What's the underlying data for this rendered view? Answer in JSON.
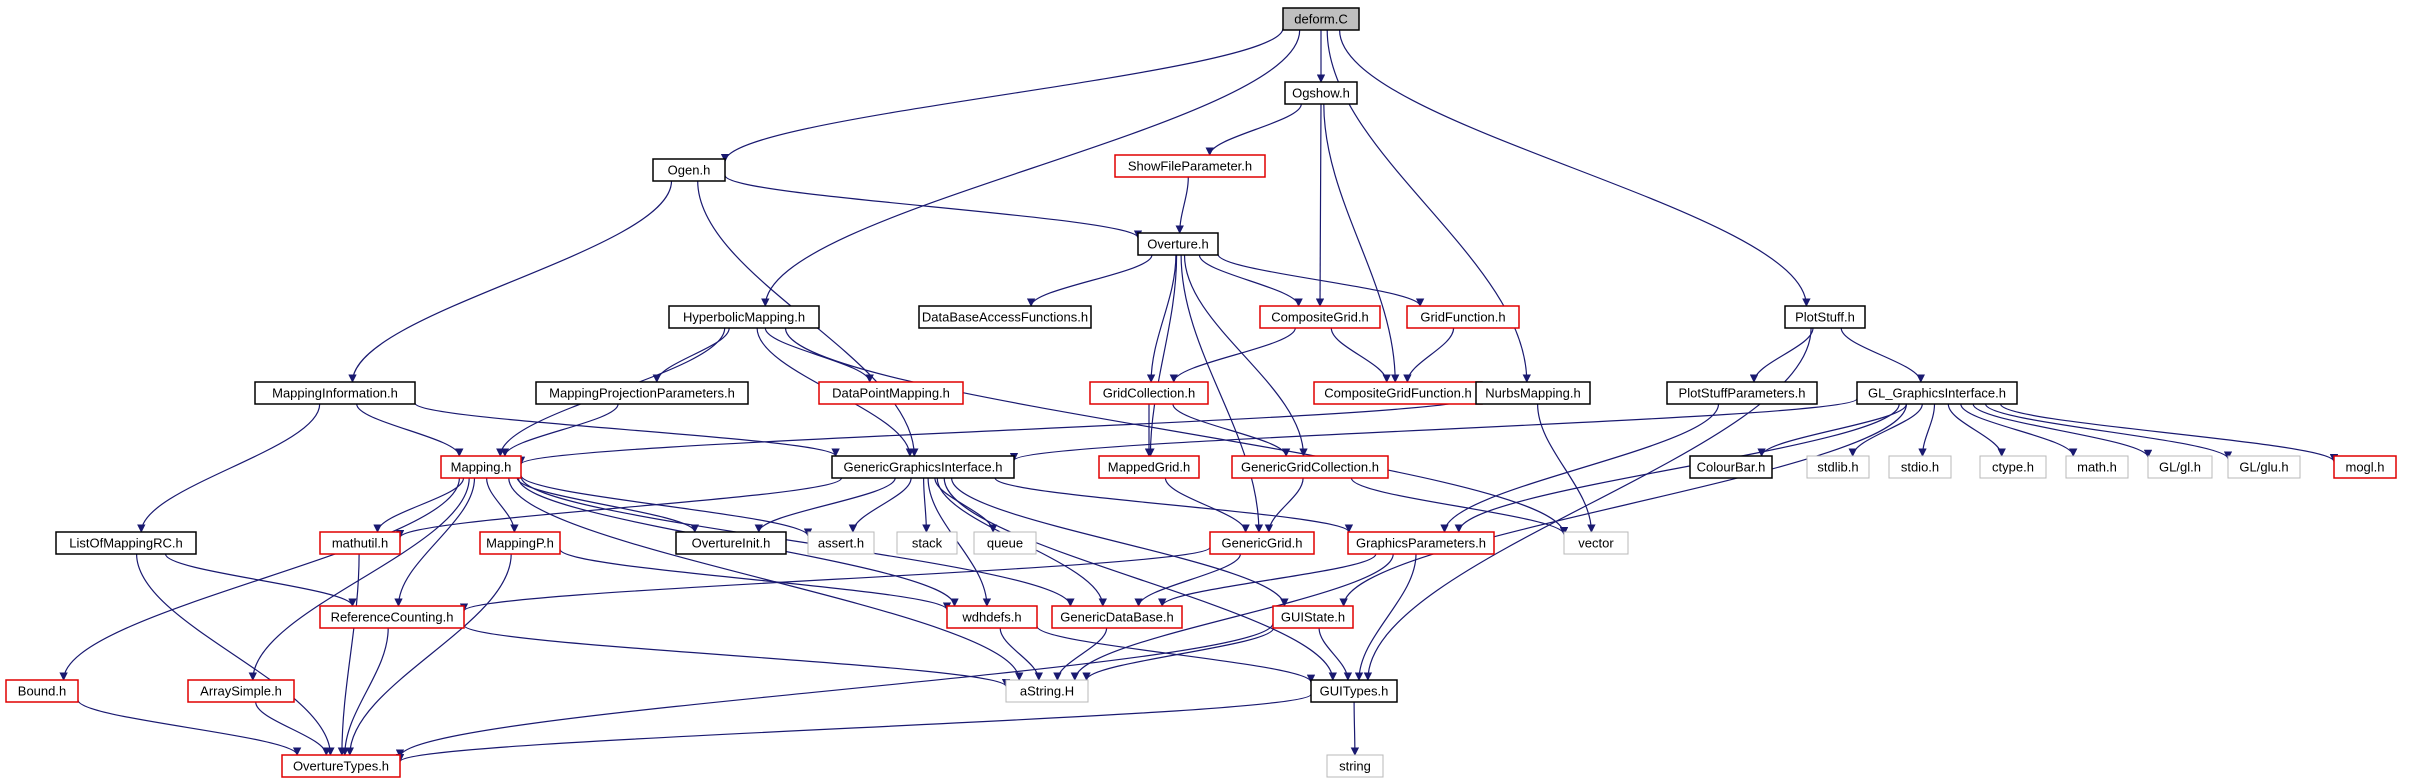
{
  "colors": {
    "edge": "#191970",
    "red_border": "#e00000",
    "black_border": "#000000",
    "gray_border": "#b8b8b8",
    "root_fill": "#bfbfbf"
  },
  "nodes": [
    {
      "id": "deform",
      "label": "deform.C",
      "style": "root"
    },
    {
      "id": "ogshow",
      "label": "Ogshow.h",
      "style": "black"
    },
    {
      "id": "ogen",
      "label": "Ogen.h",
      "style": "black"
    },
    {
      "id": "showfile",
      "label": "ShowFileParameter.h",
      "style": "red"
    },
    {
      "id": "overture",
      "label": "Overture.h",
      "style": "black"
    },
    {
      "id": "hyperbolic",
      "label": "HyperbolicMapping.h",
      "style": "black"
    },
    {
      "id": "dbaccess",
      "label": "DataBaseAccessFunctions.h",
      "style": "black"
    },
    {
      "id": "compositegrid",
      "label": "CompositeGrid.h",
      "style": "red"
    },
    {
      "id": "gridfunction",
      "label": "GridFunction.h",
      "style": "red"
    },
    {
      "id": "plotstuff",
      "label": "PlotStuff.h",
      "style": "black"
    },
    {
      "id": "mappinginfo",
      "label": "MappingInformation.h",
      "style": "black"
    },
    {
      "id": "mappingproj",
      "label": "MappingProjectionParameters.h",
      "style": "black"
    },
    {
      "id": "datapoint",
      "label": "DataPointMapping.h",
      "style": "red"
    },
    {
      "id": "gridcollection",
      "label": "GridCollection.h",
      "style": "red"
    },
    {
      "id": "cgfunction",
      "label": "CompositeGridFunction.h",
      "style": "red"
    },
    {
      "id": "nurbs",
      "label": "NurbsMapping.h",
      "style": "black"
    },
    {
      "id": "plotstuffparams",
      "label": "PlotStuffParameters.h",
      "style": "black"
    },
    {
      "id": "glgi",
      "label": "GL_GraphicsInterface.h",
      "style": "black"
    },
    {
      "id": "mapping",
      "label": "Mapping.h",
      "style": "red"
    },
    {
      "id": "ggi",
      "label": "GenericGraphicsInterface.h",
      "style": "black"
    },
    {
      "id": "mappedgrid",
      "label": "MappedGrid.h",
      "style": "red"
    },
    {
      "id": "ggc",
      "label": "GenericGridCollection.h",
      "style": "red"
    },
    {
      "id": "colourbar",
      "label": "ColourBar.h",
      "style": "black"
    },
    {
      "id": "stdlib",
      "label": "stdlib.h",
      "style": "gray"
    },
    {
      "id": "stdio",
      "label": "stdio.h",
      "style": "gray"
    },
    {
      "id": "ctype",
      "label": "ctype.h",
      "style": "gray"
    },
    {
      "id": "math",
      "label": "math.h",
      "style": "gray"
    },
    {
      "id": "glgl",
      "label": "GL/gl.h",
      "style": "gray"
    },
    {
      "id": "glglu",
      "label": "GL/glu.h",
      "style": "gray"
    },
    {
      "id": "mogl",
      "label": "mogl.h",
      "style": "red"
    },
    {
      "id": "listofmapping",
      "label": "ListOfMappingRC.h",
      "style": "black"
    },
    {
      "id": "mathutil",
      "label": "mathutil.h",
      "style": "red"
    },
    {
      "id": "mappingp",
      "label": "MappingP.h",
      "style": "red"
    },
    {
      "id": "overtureinit",
      "label": "OvertureInit.h",
      "style": "black"
    },
    {
      "id": "assert",
      "label": "assert.h",
      "style": "gray"
    },
    {
      "id": "stack",
      "label": "stack",
      "style": "gray"
    },
    {
      "id": "queue",
      "label": "queue",
      "style": "gray"
    },
    {
      "id": "genericgrid",
      "label": "GenericGrid.h",
      "style": "red"
    },
    {
      "id": "graphicsparams",
      "label": "GraphicsParameters.h",
      "style": "red"
    },
    {
      "id": "vector",
      "label": "vector",
      "style": "gray"
    },
    {
      "id": "refcounting",
      "label": "ReferenceCounting.h",
      "style": "red"
    },
    {
      "id": "wdhdefs",
      "label": "wdhdefs.h",
      "style": "red"
    },
    {
      "id": "gdb",
      "label": "GenericDataBase.h",
      "style": "red"
    },
    {
      "id": "guistate",
      "label": "GUIState.h",
      "style": "red"
    },
    {
      "id": "bound",
      "label": "Bound.h",
      "style": "red"
    },
    {
      "id": "arraysimple",
      "label": "ArraySimple.h",
      "style": "red"
    },
    {
      "id": "astring",
      "label": "aString.H",
      "style": "gray"
    },
    {
      "id": "guitypes",
      "label": "GUITypes.h",
      "style": "black"
    },
    {
      "id": "overturetypes",
      "label": "OvertureTypes.h",
      "style": "red"
    },
    {
      "id": "string",
      "label": "string",
      "style": "gray"
    }
  ],
  "edges": [
    [
      "deform",
      "ogshow"
    ],
    [
      "deform",
      "ogen"
    ],
    [
      "deform",
      "hyperbolic"
    ],
    [
      "deform",
      "nurbs"
    ],
    [
      "deform",
      "plotstuff"
    ],
    [
      "ogshow",
      "showfile"
    ],
    [
      "ogshow",
      "compositegrid"
    ],
    [
      "ogshow",
      "cgfunction"
    ],
    [
      "ogen",
      "overture"
    ],
    [
      "ogen",
      "mappinginfo"
    ],
    [
      "ogen",
      "ggi"
    ],
    [
      "showfile",
      "overture"
    ],
    [
      "overture",
      "dbaccess"
    ],
    [
      "overture",
      "compositegrid"
    ],
    [
      "overture",
      "gridfunction"
    ],
    [
      "overture",
      "gridcollection"
    ],
    [
      "overture",
      "mappedgrid"
    ],
    [
      "overture",
      "genericgrid"
    ],
    [
      "overture",
      "ggc"
    ],
    [
      "compositegrid",
      "gridcollection"
    ],
    [
      "compositegrid",
      "cgfunction"
    ],
    [
      "gridfunction",
      "cgfunction"
    ],
    [
      "hyperbolic",
      "mappingproj"
    ],
    [
      "hyperbolic",
      "datapoint"
    ],
    [
      "hyperbolic",
      "mapping"
    ],
    [
      "hyperbolic",
      "ggi"
    ],
    [
      "hyperbolic",
      "vector"
    ],
    [
      "plotstuff",
      "plotstuffparams"
    ],
    [
      "plotstuff",
      "glgi"
    ],
    [
      "plotstuff",
      "guitypes"
    ],
    [
      "mappinginfo",
      "mapping"
    ],
    [
      "mappinginfo",
      "ggi"
    ],
    [
      "mappinginfo",
      "listofmapping"
    ],
    [
      "mappingproj",
      "mapping"
    ],
    [
      "gridcollection",
      "mappedgrid"
    ],
    [
      "gridcollection",
      "ggc"
    ],
    [
      "nurbs",
      "mapping"
    ],
    [
      "nurbs",
      "vector"
    ],
    [
      "plotstuffparams",
      "graphicsparams"
    ],
    [
      "glgi",
      "ggi"
    ],
    [
      "glgi",
      "colourbar"
    ],
    [
      "glgi",
      "stdlib"
    ],
    [
      "glgi",
      "stdio"
    ],
    [
      "glgi",
      "ctype"
    ],
    [
      "glgi",
      "math"
    ],
    [
      "glgi",
      "glgl"
    ],
    [
      "glgi",
      "glglu"
    ],
    [
      "glgi",
      "mogl"
    ],
    [
      "glgi",
      "graphicsparams"
    ],
    [
      "glgi",
      "guistate"
    ],
    [
      "mapping",
      "bound"
    ],
    [
      "mapping",
      "arraysimple"
    ],
    [
      "mapping",
      "mathutil"
    ],
    [
      "mapping",
      "mappingp"
    ],
    [
      "mapping",
      "refcounting"
    ],
    [
      "mapping",
      "overtureinit"
    ],
    [
      "mapping",
      "assert"
    ],
    [
      "mapping",
      "wdhdefs"
    ],
    [
      "mapping",
      "gdb"
    ],
    [
      "mapping",
      "astring"
    ],
    [
      "ggi",
      "mathutil"
    ],
    [
      "ggi",
      "overtureinit"
    ],
    [
      "ggi",
      "assert"
    ],
    [
      "ggi",
      "stack"
    ],
    [
      "ggi",
      "queue"
    ],
    [
      "ggi",
      "graphicsparams"
    ],
    [
      "ggi",
      "wdhdefs"
    ],
    [
      "ggi",
      "gdb"
    ],
    [
      "ggi",
      "guistate"
    ],
    [
      "ggi",
      "guitypes"
    ],
    [
      "mappedgrid",
      "genericgrid"
    ],
    [
      "ggc",
      "genericgrid"
    ],
    [
      "ggc",
      "vector"
    ],
    [
      "listofmapping",
      "refcounting"
    ],
    [
      "listofmapping",
      "overturetypes"
    ],
    [
      "mathutil",
      "overturetypes"
    ],
    [
      "mappingp",
      "overturetypes"
    ],
    [
      "mappingp",
      "wdhdefs"
    ],
    [
      "genericgrid",
      "refcounting"
    ],
    [
      "genericgrid",
      "gdb"
    ],
    [
      "graphicsparams",
      "gdb"
    ],
    [
      "graphicsparams",
      "guitypes"
    ],
    [
      "graphicsparams",
      "astring"
    ],
    [
      "refcounting",
      "overturetypes"
    ],
    [
      "refcounting",
      "astring"
    ],
    [
      "wdhdefs",
      "astring"
    ],
    [
      "wdhdefs",
      "guitypes"
    ],
    [
      "gdb",
      "astring"
    ],
    [
      "guistate",
      "guitypes"
    ],
    [
      "guistate",
      "astring"
    ],
    [
      "guistate",
      "overturetypes"
    ],
    [
      "bound",
      "overturetypes"
    ],
    [
      "arraysimple",
      "overturetypes"
    ],
    [
      "guitypes",
      "overturetypes"
    ],
    [
      "guitypes",
      "string"
    ]
  ]
}
